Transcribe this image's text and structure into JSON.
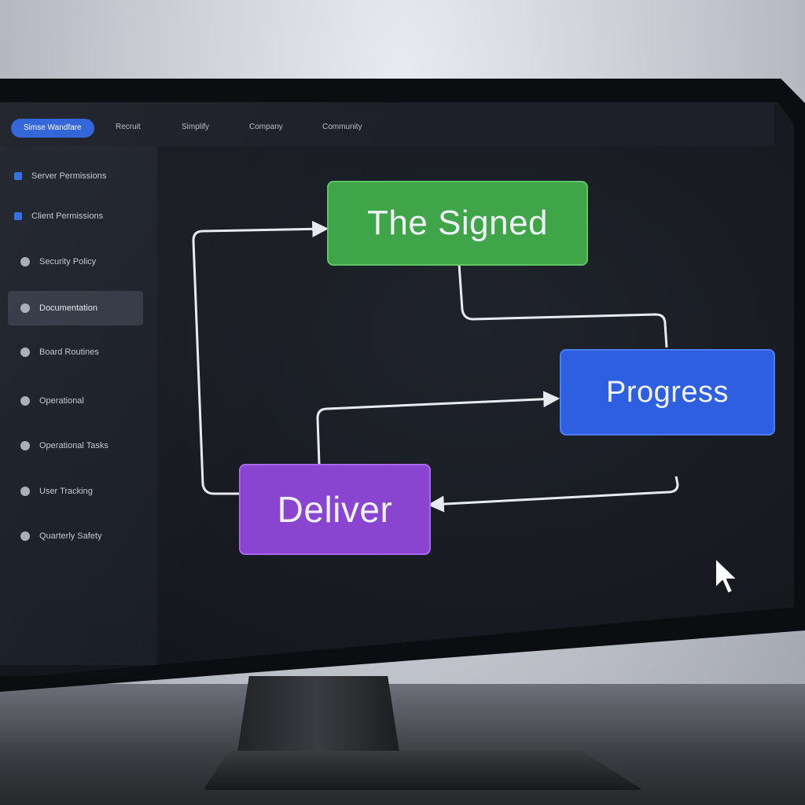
{
  "topnav": {
    "brand": "Simse Wandfare",
    "items": [
      "Recruit",
      "Simplify",
      "Company",
      "Community"
    ]
  },
  "sidebar": {
    "items": [
      {
        "label": "Server Permissions",
        "icon": "shield-icon",
        "active": false
      },
      {
        "label": "Client Permissions",
        "icon": "square-icon",
        "active": false
      },
      {
        "label": "Security Policy",
        "icon": "circle-icon",
        "active": false
      },
      {
        "label": "Documentation",
        "icon": "circle-icon",
        "active": true
      },
      {
        "label": "Board Routines",
        "icon": "circle-icon",
        "active": false
      },
      {
        "label": "Operational",
        "icon": "circle-icon",
        "active": false
      },
      {
        "label": "Operational Tasks",
        "icon": "circle-icon",
        "active": false
      },
      {
        "label": "User Tracking",
        "icon": "circle-icon",
        "active": false
      },
      {
        "label": "Quarterly Safety",
        "icon": "circle-icon",
        "active": false
      }
    ]
  },
  "diagram": {
    "nodes": {
      "signed": "The Signed",
      "progress": "Progress",
      "deliver": "Deliver"
    }
  },
  "colors": {
    "accent": "#2e63d8",
    "green": "#3fa548",
    "blue": "#2e5fe0",
    "purple": "#8a45d0"
  }
}
